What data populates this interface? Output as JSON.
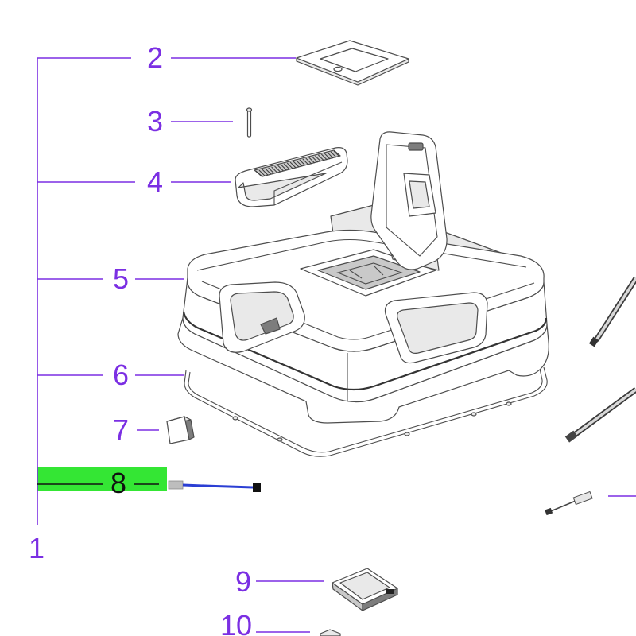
{
  "callouts": [
    {
      "number": "1",
      "highlighted": false
    },
    {
      "number": "2",
      "highlighted": false
    },
    {
      "number": "3",
      "highlighted": false
    },
    {
      "number": "4",
      "highlighted": false
    },
    {
      "number": "5",
      "highlighted": false
    },
    {
      "number": "6",
      "highlighted": false
    },
    {
      "number": "7",
      "highlighted": false
    },
    {
      "number": "8",
      "highlighted": true
    },
    {
      "number": "9",
      "highlighted": false
    },
    {
      "number": "10",
      "highlighted": false
    }
  ],
  "colors": {
    "label": "#7b2fe3",
    "highlight": "#34e634",
    "cable": "#2b3fd4",
    "part_stroke": "#4d4d4d"
  }
}
